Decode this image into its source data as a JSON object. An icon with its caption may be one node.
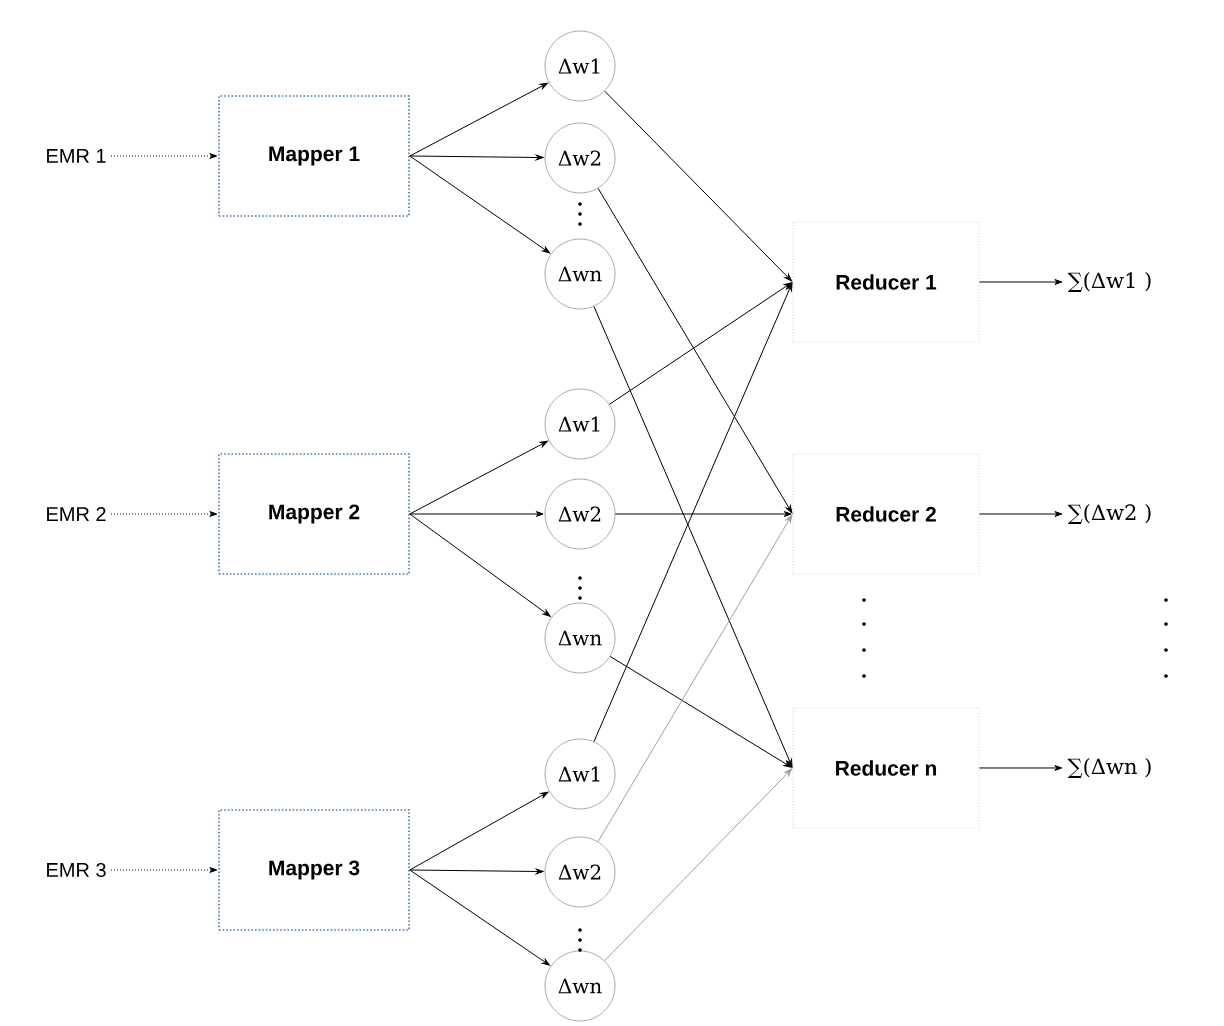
{
  "diagram": {
    "nodes": [
      {
        "text": [
          "EMR 1"
        ]
      },
      {
        "text": [
          "EMR 2"
        ]
      },
      {
        "text": [
          "EMR 3"
        ]
      },
      {
        "text": [
          "Mapper 1"
        ]
      },
      {
        "text": [
          "Mapper 2"
        ]
      },
      {
        "text": [
          "Mapper 3"
        ]
      },
      {
        "text": [
          "Δw1"
        ]
      },
      {
        "text": [
          "Δw2"
        ]
      },
      {
        "text": [
          "Δwn"
        ]
      },
      {
        "text": [
          "Δw1"
        ]
      },
      {
        "text": [
          "Δw2"
        ]
      },
      {
        "text": [
          "Δwn"
        ]
      },
      {
        "text": [
          "Δw1"
        ]
      },
      {
        "text": [
          "Δw2"
        ]
      },
      {
        "text": [
          "Δwn"
        ]
      },
      {
        "text": [
          "Reducer 1"
        ]
      },
      {
        "text": [
          "Reducer 2"
        ]
      },
      {
        "text": [
          "Reducer n"
        ]
      },
      {
        "text": [
          "∑(Δw1 )"
        ]
      },
      {
        "text": [
          "∑(Δw2 )"
        ]
      },
      {
        "text": [
          "∑(Δwn )"
        ]
      }
    ],
    "edges": [
      {
        "from": 0,
        "to": 3,
        "arrow": "to",
        "style": "dashed"
      },
      {
        "from": 1,
        "to": 4,
        "arrow": "to",
        "style": "dashed"
      },
      {
        "from": 2,
        "to": 5,
        "arrow": "to",
        "style": "dashed"
      },
      {
        "from": 3,
        "to": 6,
        "arrow": "to"
      },
      {
        "from": 3,
        "to": 7,
        "arrow": "to"
      },
      {
        "from": 3,
        "to": 8,
        "arrow": "to"
      },
      {
        "from": 4,
        "to": 9,
        "arrow": "to"
      },
      {
        "from": 4,
        "to": 10,
        "arrow": "to"
      },
      {
        "from": 4,
        "to": 11,
        "arrow": "to"
      },
      {
        "from": 5,
        "to": 12,
        "arrow": "to"
      },
      {
        "from": 5,
        "to": 13,
        "arrow": "to"
      },
      {
        "from": 5,
        "to": 14,
        "arrow": "to"
      },
      {
        "from": 6,
        "to": 15,
        "arrow": "to"
      },
      {
        "from": 7,
        "to": 16,
        "arrow": "to"
      },
      {
        "from": 8,
        "to": 17,
        "arrow": "to"
      },
      {
        "from": 9,
        "to": 15,
        "arrow": "to"
      },
      {
        "from": 10,
        "to": 16,
        "arrow": "to"
      },
      {
        "from": 11,
        "to": 17,
        "arrow": "to"
      },
      {
        "from": 12,
        "to": 15,
        "arrow": "to"
      },
      {
        "from": 13,
        "to": 16,
        "arrow": "to",
        "color": "#a0a0a0"
      },
      {
        "from": 14,
        "to": 17,
        "arrow": "to",
        "color": "#a0a0a0"
      },
      {
        "from": 15,
        "to": 18,
        "arrow": "to"
      },
      {
        "from": 16,
        "to": 19,
        "arrow": "to"
      },
      {
        "from": 17,
        "to": 20,
        "arrow": "to"
      }
    ]
  }
}
